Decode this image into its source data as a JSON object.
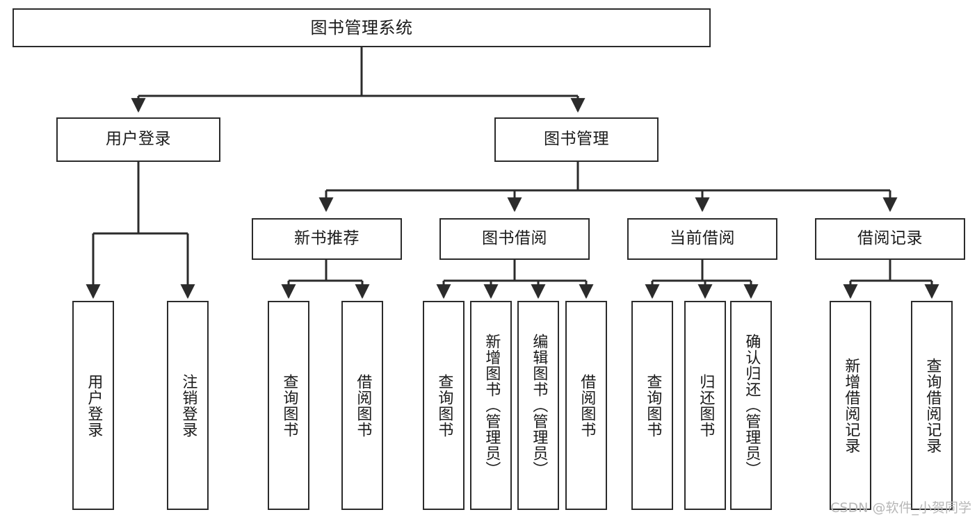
{
  "diagram": {
    "title": "图书管理系统",
    "type": "tree-hierarchy",
    "watermark": "CSDN @软件_小贺同学",
    "stroke_color": "#2b2b2b",
    "fill_color": "#ffffff",
    "text_color": "#1a1a1a",
    "nodes": {
      "root": {
        "label": "图书管理系统"
      },
      "level2": [
        {
          "id": "user-login",
          "label": "用户登录"
        },
        {
          "id": "book-manage",
          "label": "图书管理"
        }
      ],
      "level3": [
        {
          "id": "new-book-recommend",
          "label": "新书推荐"
        },
        {
          "id": "book-borrow",
          "label": "图书借阅"
        },
        {
          "id": "current-borrow",
          "label": "当前借阅"
        },
        {
          "id": "borrow-record",
          "label": "借阅记录"
        }
      ],
      "leaves": {
        "user_login": [
          {
            "id": "leaf-user-login",
            "label": "用户登录"
          },
          {
            "id": "leaf-logout-login",
            "label": "注销登录"
          }
        ],
        "new_book_recommend": [
          {
            "id": "leaf-query-book-1",
            "label": "查询图书"
          },
          {
            "id": "leaf-borrow-book-1",
            "label": "借阅图书"
          }
        ],
        "book_borrow": [
          {
            "id": "leaf-query-book-2",
            "label": "查询图书"
          },
          {
            "id": "leaf-add-book",
            "label": "新增图书（管理员）"
          },
          {
            "id": "leaf-edit-book",
            "label": "编辑图书（管理员）"
          },
          {
            "id": "leaf-borrow-book-2",
            "label": "借阅图书"
          }
        ],
        "current_borrow": [
          {
            "id": "leaf-query-book-3",
            "label": "查询图书"
          },
          {
            "id": "leaf-return-book",
            "label": "归还图书"
          },
          {
            "id": "leaf-confirm-return",
            "label": "确认归还（管理员）"
          }
        ],
        "borrow_record": [
          {
            "id": "leaf-add-record",
            "label": "新增借阅记录"
          },
          {
            "id": "leaf-query-record",
            "label": "查询借阅记录"
          }
        ]
      }
    }
  }
}
